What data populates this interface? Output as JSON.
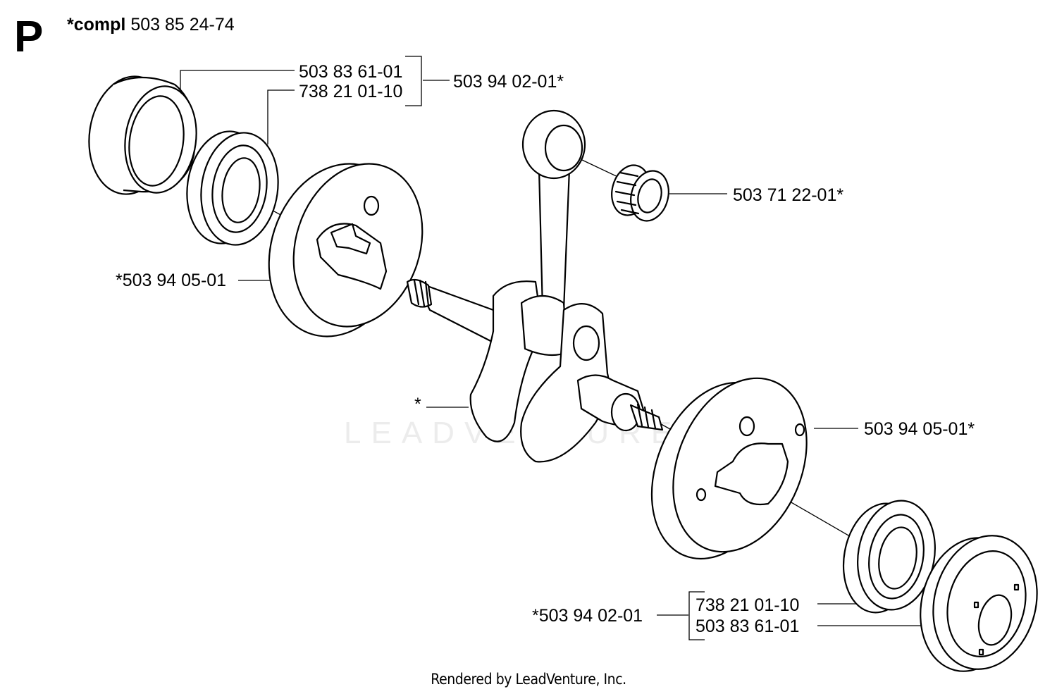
{
  "diagram": {
    "section_letter": "P",
    "compl": {
      "prefix": "*compl",
      "number": "503 85 24-74"
    },
    "labels": {
      "top_bearing_race": "503 83 61-01",
      "top_bearing": "738 21 01-10",
      "top_bracket_group": "503 94 02-01*",
      "needle_bearing": "503 71 22-01*",
      "left_flywheel_half": "*503 94 05-01",
      "crankshaft_asterisk": "*",
      "right_flywheel_half": "503 94 05-01*",
      "bottom_bracket_group": "*503 94 02-01",
      "bottom_bearing": "738 21 01-10",
      "bottom_bearing_race": "503 83 61-01"
    },
    "watermark": "LEADVENTURE",
    "footer": "Rendered by LeadVenture, Inc."
  }
}
